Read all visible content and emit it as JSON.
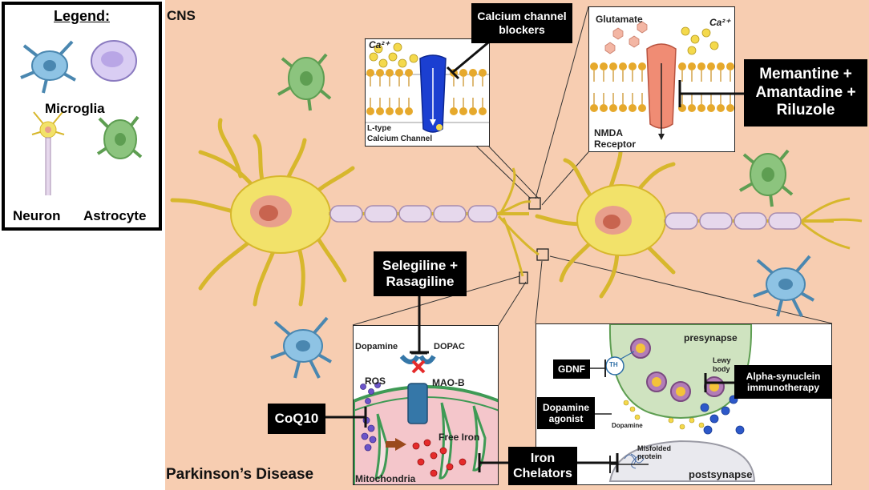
{
  "legend": {
    "title": "Legend:",
    "microglia": "Microglia",
    "neuron": "Neuron",
    "astrocyte": "Astrocyte"
  },
  "cns_label": "CNS",
  "disease_label": "Parkinson’s Disease",
  "calcium_panel": {
    "ca_ion": "Ca²⁺",
    "channel_line1": "L-type",
    "channel_line2": "Calcium Channel"
  },
  "nmda_panel": {
    "glutamate": "Glutamate",
    "ca_ion": "Ca²⁺",
    "receptor_line1": "NMDA",
    "receptor_line2": "Receptor"
  },
  "mito_panel": {
    "dopamine": "Dopamine",
    "dopac": "DOPAC",
    "ros": "ROS",
    "maob": "MAO-B",
    "free_iron": "Free Iron",
    "mitochondria": "Mitochondria"
  },
  "synapse_panel": {
    "presynapse": "presynapse",
    "th": "TH",
    "lewy_line1": "Lewy",
    "lewy_line2": "body",
    "dopamine": "Dopamine",
    "misfolded_line1": "Misfolded",
    "misfolded_line2": "protein",
    "postsynapse": "postsynapse"
  },
  "drugs": {
    "calcium_blockers_line1": "Calcium channel",
    "calcium_blockers_line2": "blockers",
    "memantine_line1": "Memantine +",
    "memantine_line2": "Amantadine +",
    "memantine_line3": "Riluzole",
    "selegiline_line1": "Selegiline +",
    "selegiline_line2": "Rasagiline",
    "coq10": "CoQ10",
    "iron_line1": "Iron",
    "iron_line2": "Chelators",
    "gdnf": "GDNF",
    "agonist_line1": "Dopamine",
    "agonist_line2": "agonist",
    "alpha_line1": "Alpha-synuclein",
    "alpha_line2": "immunotherapy"
  },
  "colors": {
    "background": "#f7cdb1",
    "neuron": "#f2e26a",
    "myelin": "#e6d8ec",
    "microglia": "#8ec3e4",
    "astrocyte": "#8cc47e",
    "drug_box": "#000000",
    "membrane_head": "#e6a92c",
    "calcium_channel": "#1b3fd1",
    "nmda_receptor": "#f08c74",
    "mitochondria": "#f4c6cb"
  }
}
